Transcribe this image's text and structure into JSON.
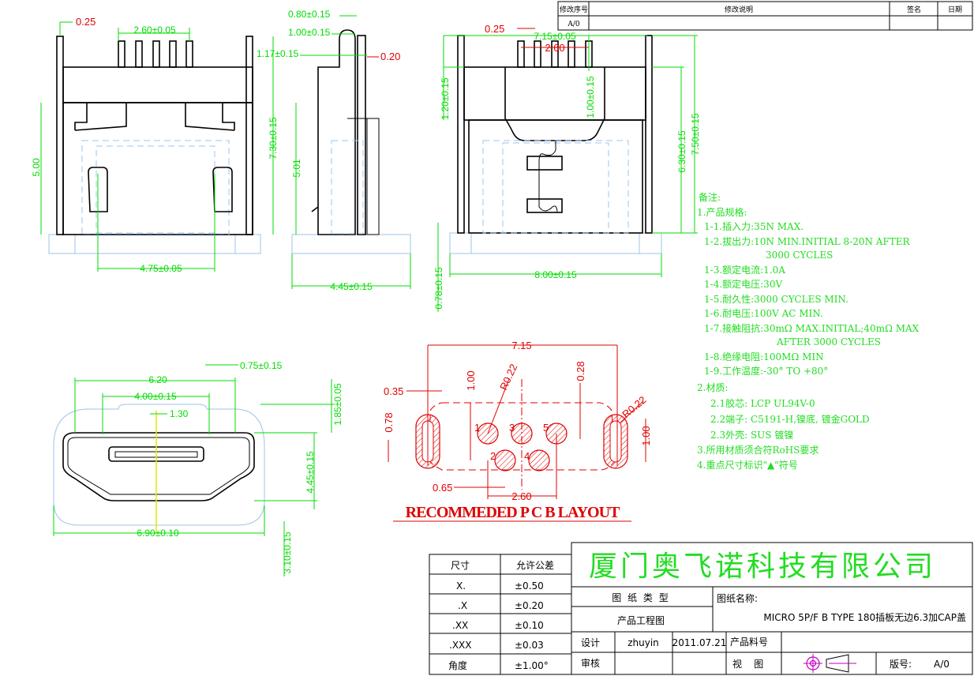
{
  "revision_table": {
    "headers": [
      "修改序号",
      "修改说明",
      "签名",
      "日期"
    ],
    "rows": [
      [
        "A/0",
        "",
        "",
        ""
      ]
    ]
  },
  "front_view": {
    "dims": [
      "0.25",
      "2.60±0.05",
      "5.00",
      "7.30±0.15",
      "4.75±0.05"
    ]
  },
  "side_view": {
    "dims": [
      "0.80±0.15",
      "1.00±0.15",
      "1.17±0.15",
      "0.20",
      "5.01",
      "4.45±0.15"
    ]
  },
  "back_view": {
    "dims": [
      "0.25",
      "7.15±0.05",
      "2.60",
      "1.20±0.15",
      "1.00±0.15",
      "6.30±0.15",
      "7.50±0.15",
      "8.00±0.15",
      "0.78±0.15"
    ]
  },
  "bottom_view": {
    "dims": [
      "6.20",
      "4.00±0.15",
      "1.30",
      "0.75±0.15",
      "1.85±0.05",
      "4.45±0.15",
      "6.90±0.10",
      "3.10±0.15"
    ]
  },
  "pcb_layout": {
    "title": "RECOMMEDED P C B LAYOUT",
    "dims": [
      "7.15",
      "1.00",
      "R0.22",
      "0.28",
      "0.35",
      "0.78",
      "R0.22",
      "1.00",
      "0.65",
      "2.60"
    ],
    "pins": [
      "1",
      "2",
      "3",
      "4",
      "5"
    ]
  },
  "notes": [
    "备注:",
    "1.产品规格:",
    "1-1.插入力:35N MAX.",
    "1-2.拔出力:10N MIN.INITIAL 8-20N AFTER",
    "3000 CYCLES",
    "1-3.额定电流:1.0A",
    "1-4.额定电压:30V",
    "1-5.耐久性:3000 CYCLES MIN.",
    "1-6.耐电压:100V AC MIN.",
    "1-7.接触阻抗:30mΩ MAX.INITIAL;40mΩ MAX",
    "AFTER 3000 CYCLES",
    "1-8.绝缘电阻:100MΩ MIN",
    "1-9.工作温度:-30° TO +80°",
    "2.材质:",
    "2.1胶芯: LCP UL94V-0",
    "2.2端子: C5191-H,镍底, 镀金GOLD",
    "2.3外壳: SUS 镀镍",
    "3.所用材质须合符RoHS要求",
    "4.重点尺寸标识\"▲\"符号"
  ],
  "tolerance_table": {
    "headers": [
      "尺寸",
      "允许公差"
    ],
    "rows": [
      [
        "X.",
        "±0.50"
      ],
      [
        ".X",
        "±0.20"
      ],
      [
        ".XX",
        "±0.10"
      ],
      [
        ".XXX",
        "±0.03"
      ],
      [
        "角度",
        "±1.00°"
      ]
    ]
  },
  "title_block": {
    "company": "厦门奥飞诺科技有限公司",
    "drawing_type_label": "图 纸 类 型",
    "drawing_type": "产品工程图",
    "drawing_name_label": "图纸名称:",
    "drawing_name": "MICRO 5P/F B TYPE 180插板无边6.3加CAP盖",
    "design_label": "设计",
    "designer": "zhuyin",
    "date": "2011.07.21",
    "part_no_label": "产品料号",
    "review_label": "审核",
    "view_label": "视    图",
    "version_label": "版号:",
    "version": "A/0"
  }
}
